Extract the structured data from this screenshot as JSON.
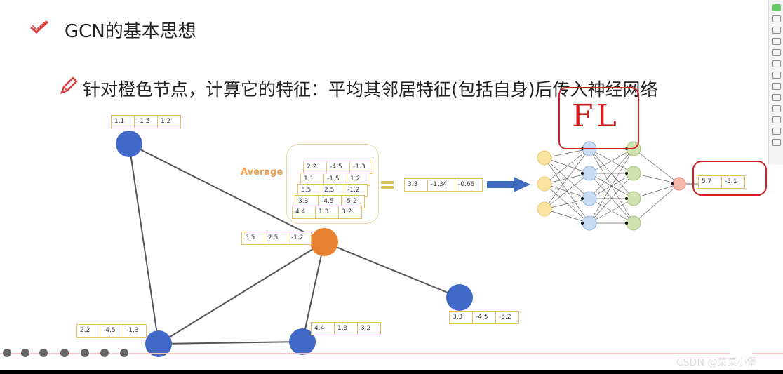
{
  "title": "GCN的基本思想",
  "subtitle": "针对橙色节点，计算它的特征：平均其邻居特征(包括自身)后传入神经网络",
  "average_label": "Average",
  "equals_symbol": "=",
  "fc_annotation": "FL",
  "watermark": "CSDN @菜菜小堡",
  "node_colors": {
    "blue": "#4169c8",
    "orange": "#e8812f"
  },
  "features": {
    "top": [
      "1.1",
      "-1.5",
      "1.2"
    ],
    "orange": [
      "5.5",
      "2.5",
      "-1.2"
    ],
    "right": [
      "3.3",
      "-4.5",
      "-5.2"
    ],
    "bottom_left": [
      "2.2",
      "-4.5",
      "-1.3"
    ],
    "bottom_mid": [
      "4.4",
      "1.3",
      "3.2"
    ],
    "average": [
      "3.3",
      "-1.34",
      "-0.66"
    ],
    "output": [
      "5.7",
      "-5.1"
    ]
  },
  "stack": [
    [
      "2.2",
      "-4.5",
      "-1.3"
    ],
    [
      "1.1",
      "-1.5",
      "1.2"
    ],
    [
      "5.5",
      "2.5",
      "-1.2"
    ],
    [
      "3.3",
      "-4.5",
      "-5.2"
    ],
    [
      "4.4",
      "1.3",
      "3.2"
    ]
  ]
}
